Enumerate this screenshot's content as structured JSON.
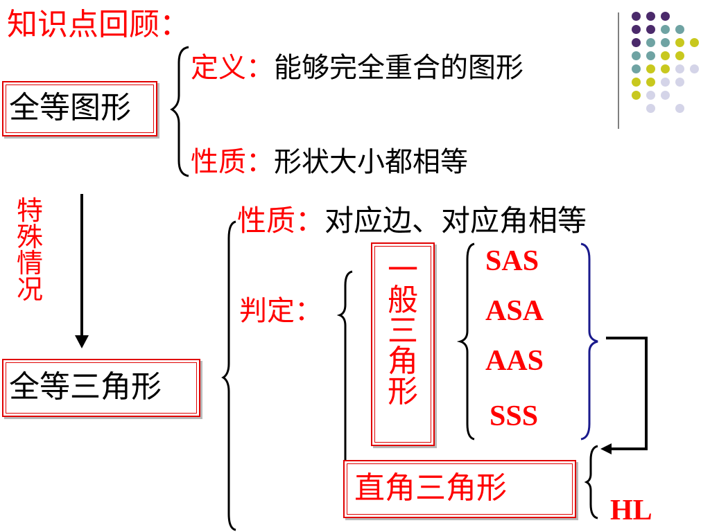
{
  "title": "知识点回顾：",
  "congruent_figure": {
    "box_label": "全等图形",
    "definition": {
      "label": "定义：",
      "text": "能够完全重合的图形"
    },
    "property": {
      "label": "性质：",
      "text": "形状大小都相等"
    }
  },
  "special_case": [
    "特",
    "殊",
    "情",
    "况"
  ],
  "congruent_triangle": {
    "box_label": "全等三角形",
    "property": {
      "label": "性质：",
      "text": "对应边、对应角相等"
    },
    "judgement": {
      "label": "判定："
    },
    "general_triangle": [
      "一",
      "般",
      "三",
      "角",
      "形"
    ],
    "criteria": [
      "SAS",
      "ASA",
      "AAS",
      "SSS"
    ],
    "right_triangle": "直角三角形",
    "right_criterion": "HL"
  },
  "colors": {
    "accent": "#ff0000",
    "text": "#000000",
    "bracket_blue": "#1a1a8c",
    "dot_purple": "#4b2a6b",
    "dot_teal": "#6fa3a3",
    "dot_yellow": "#c8c81e",
    "dot_lavender": "#d4d4e8"
  }
}
